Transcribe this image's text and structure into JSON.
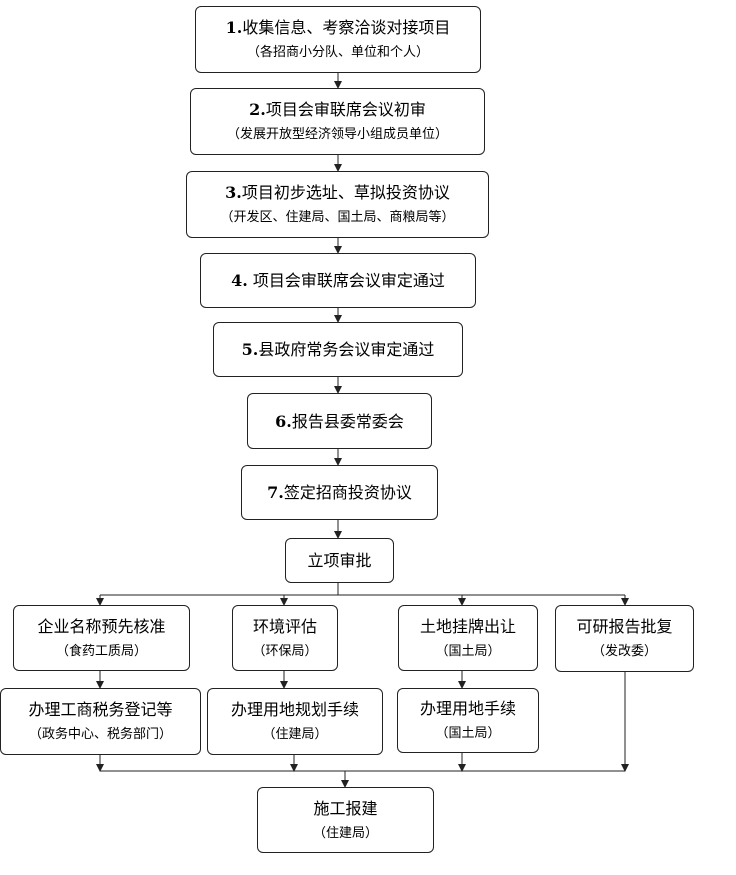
{
  "flow": {
    "step1": {
      "num": "1.",
      "title": "收集信息、考察洽谈对接项目",
      "sub": "（各招商小分队、单位和个人）"
    },
    "step2": {
      "num": "2.",
      "title": "项目会审联席会议初审",
      "sub": "（发展开放型经济领导小组成员单位）"
    },
    "step3": {
      "num": "3.",
      "title": "项目初步选址、草拟投资协议",
      "sub": "（开发区、住建局、国土局、商粮局等）"
    },
    "step4": {
      "num": "4.",
      "title": " 项目会审联席会议审定通过"
    },
    "step5": {
      "num": "5.",
      "title": "县政府常务会议审定通过"
    },
    "step6": {
      "num": "6.",
      "title": "报告县委常委会"
    },
    "step7": {
      "num": "7.",
      "title": "签定招商投资协议"
    },
    "approval": {
      "title": "立项审批"
    },
    "branch_a": {
      "title": "企业名称预先核准",
      "sub": "（食药工质局）"
    },
    "branch_a2": {
      "title": "办理工商税务登记等",
      "sub": "（政务中心、税务部门）"
    },
    "branch_b": {
      "title": "环境评估",
      "sub": "（环保局）"
    },
    "branch_b2": {
      "title": "办理用地规划手续",
      "sub": "（住建局）"
    },
    "branch_c": {
      "title": "土地挂牌出让",
      "sub": "（国土局）"
    },
    "branch_c2": {
      "title": "办理用地手续",
      "sub": "（国土局）"
    },
    "branch_d": {
      "title": "可研报告批复",
      "sub": "（发改委）"
    },
    "final": {
      "title": "施工报建",
      "sub": "（住建局）"
    }
  },
  "style": {
    "line_color": "#222222",
    "box_border": "#222222"
  }
}
